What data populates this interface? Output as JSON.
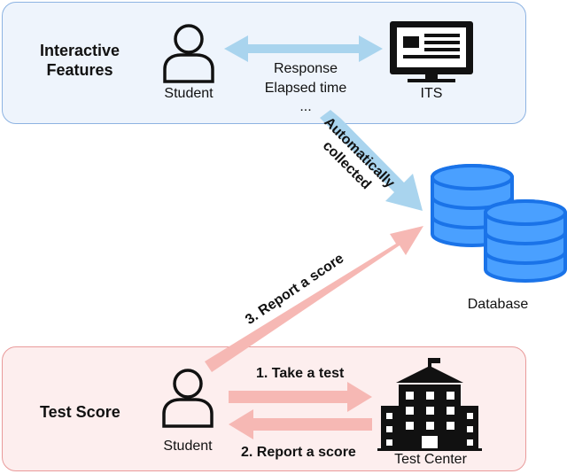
{
  "top_panel": {
    "title_line1": "Interactive",
    "title_line2": "Features",
    "student_label": "Student",
    "its_label": "ITS",
    "features": [
      "Response",
      "Elapsed time",
      "..."
    ]
  },
  "arrows": {
    "auto_line1": "Automatically",
    "auto_line2": "collected",
    "report_to_db": "3. Report a score",
    "take_test": "1. Take a test",
    "report_score": "2. Report a score"
  },
  "database": {
    "label": "Database"
  },
  "bottom_panel": {
    "title": "Test Score",
    "student_label": "Student",
    "center_label": "Test Center"
  },
  "colors": {
    "blue_panel": "#eef4fc",
    "blue_arrow": "#a9d4ee",
    "red_panel": "#fdeeee",
    "red_arrow": "#f6b8b4",
    "database_blue": "#1a73e8"
  }
}
